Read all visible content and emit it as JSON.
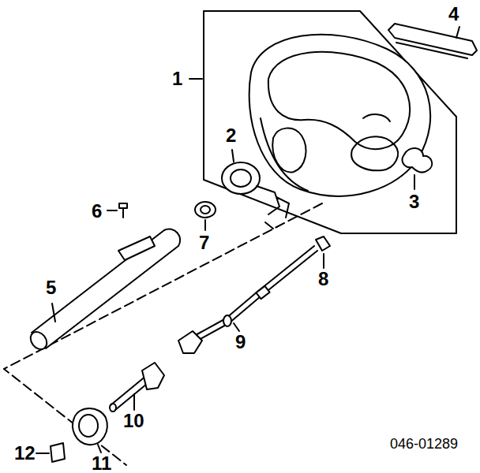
{
  "diagram": {
    "labels": [
      "1",
      "2",
      "3",
      "4",
      "5",
      "6",
      "7",
      "8",
      "9",
      "10",
      "11",
      "12",
      "046-01289"
    ]
  }
}
